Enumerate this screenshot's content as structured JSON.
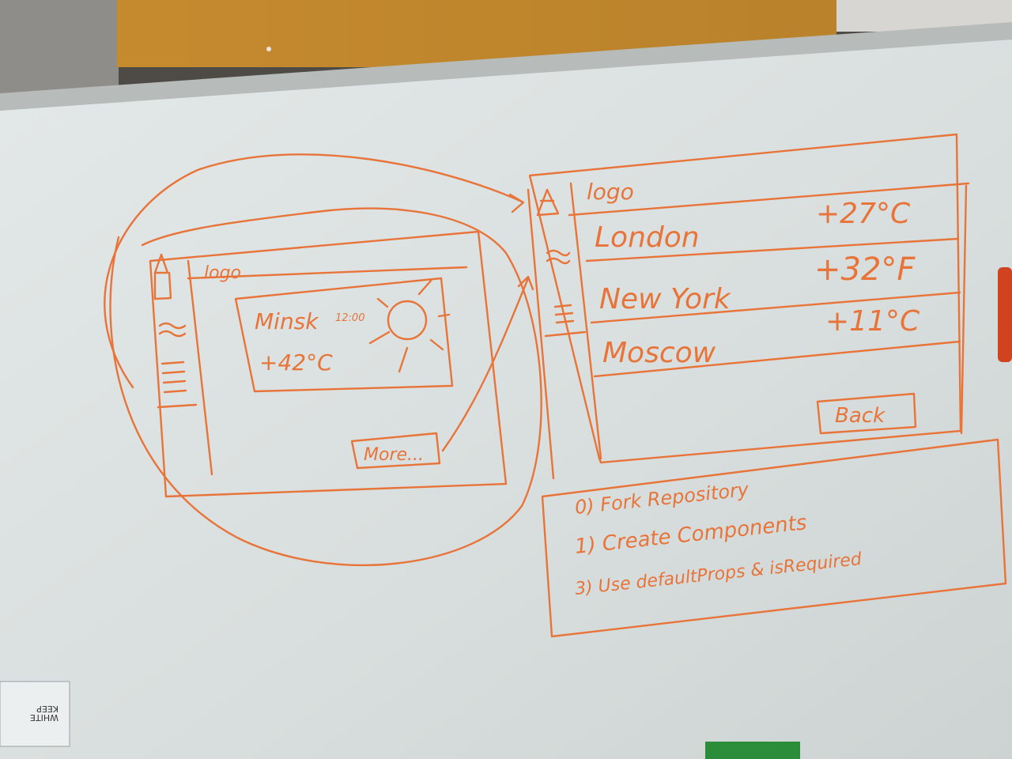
{
  "colors": {
    "marker": "#e8743a",
    "board": "#dfe4e3",
    "frame": "#b9bcbb",
    "cork": "#c98a2a"
  },
  "sketch_left": {
    "logo": "logo",
    "city": "Minsk",
    "time": "12:00",
    "temperature": "+42°C",
    "more_button": "More..."
  },
  "sketch_right": {
    "logo": "logo",
    "rows": [
      {
        "city": "London",
        "temp": "+27°C"
      },
      {
        "city": "New York",
        "temp": "+32°F"
      },
      {
        "city": "Moscow",
        "temp": "+11°C"
      }
    ],
    "back_button": "Back"
  },
  "task_list": {
    "items": [
      "0) Fork Repository",
      "1) Create Components",
      "3) Use defaultProps & isRequired"
    ]
  },
  "eraser_sticker": {
    "line1": "KEEP",
    "line2": "WHITE"
  },
  "icons": {
    "home": "home-icon",
    "wave": "wave-icon",
    "menu": "menu-icon",
    "sun": "sun-icon"
  }
}
